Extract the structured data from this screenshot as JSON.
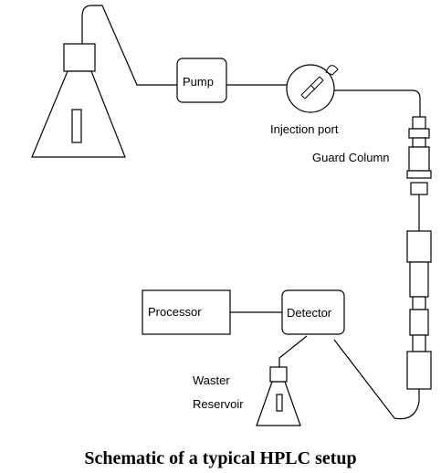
{
  "labels": {
    "pump": "Pump",
    "injection_port": "Injection port",
    "guard_column": "Guard Column",
    "processor": "Processor",
    "detector": "Detector",
    "waste_line1": "Waster",
    "waste_line2": "Reservoir"
  },
  "caption": "Schematic of a typical HPLC setup",
  "colors": {
    "stroke": "#000000",
    "background": "#ffffff"
  }
}
